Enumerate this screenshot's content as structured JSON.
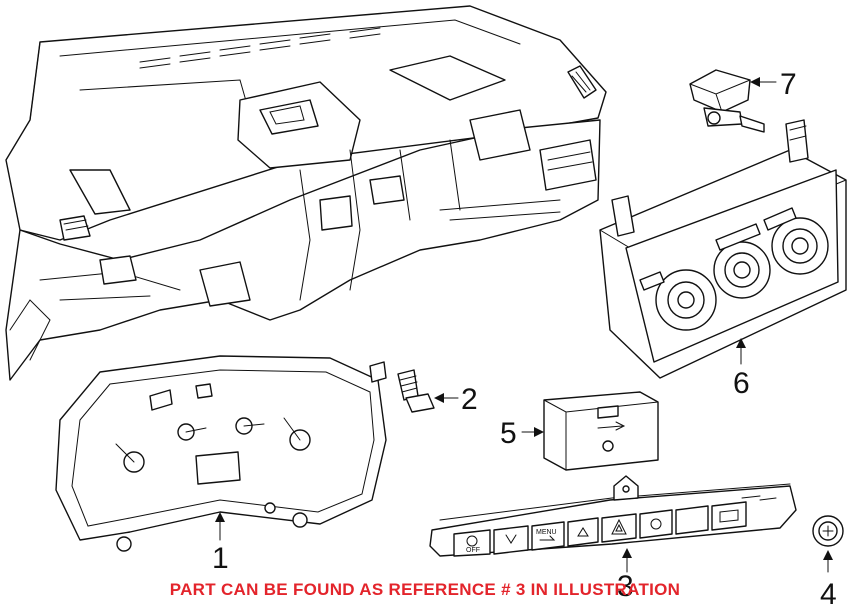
{
  "callouts": {
    "c1": "1",
    "c2": "2",
    "c3": "3",
    "c4": "4",
    "c5": "5",
    "c6": "6",
    "c7": "7"
  },
  "button_labels": {
    "off": "OFF",
    "menu": "MENU"
  },
  "notice": {
    "text": "PART CAN BE FOUND AS REFERENCE # 3 IN ILLUSTRATION",
    "color": "#e3242b"
  }
}
